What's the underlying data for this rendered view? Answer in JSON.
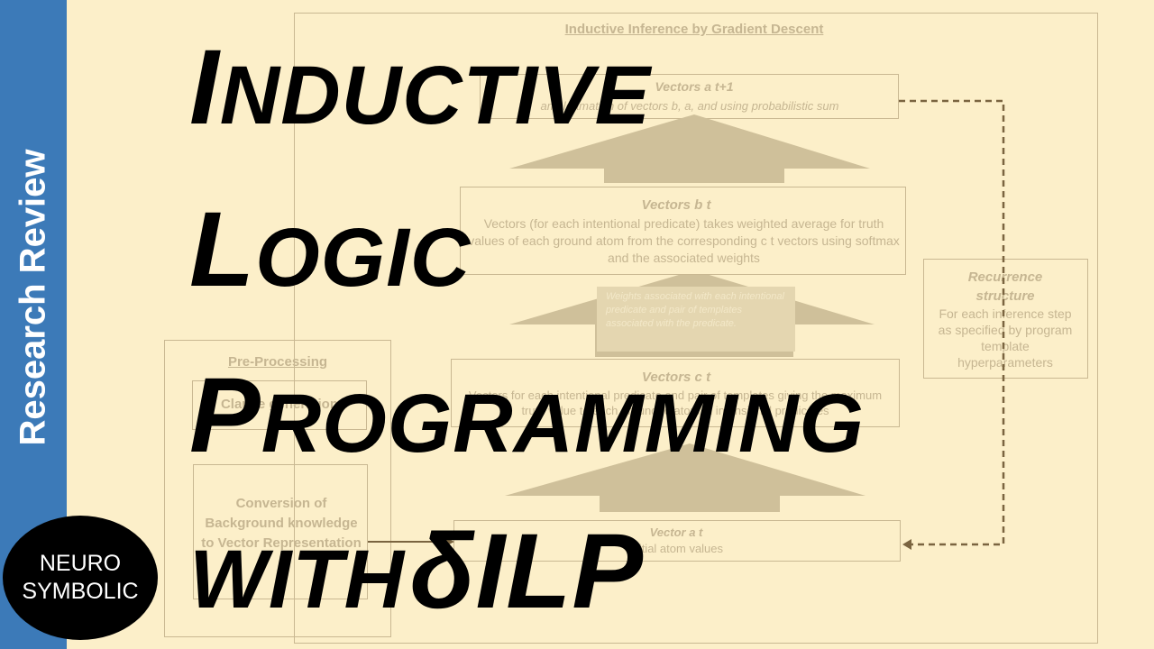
{
  "sidebar": {
    "label": "Research Review"
  },
  "logo": {
    "line1": "NEURO",
    "line2": "SYMBOLIC"
  },
  "diagram": {
    "title": "Inductive Inference by Gradient Descent",
    "top_box": {
      "title": "Vectors a t+1",
      "desc": "amalgamation of vectors b, a, and using probabilistic sum"
    },
    "vectors_b": {
      "title": "Vectors b t",
      "desc": "Vectors (for each intentional predicate) takes weighted average for truth values of each ground atom from the corresponding c t vectors using softmax and the associated weights"
    },
    "weights": {
      "text": "Weights associated with each intentional predicate and pair of templates associated with the predicate."
    },
    "vectors_c": {
      "title": "Vectors c t",
      "desc": "Vectors for each intentional predicate and pair of templates giving the maximum truth value to each grounded atom in intensional predicates"
    },
    "vector_a": {
      "title": "Vector a t",
      "desc": "Initial atom values"
    },
    "recurrence": {
      "title": "Recurrence structure",
      "desc": "For each inference step as specified by program template hyperparameters"
    },
    "preprocessing": {
      "title": "Pre-Processing",
      "clause": "Clause generation",
      "conversion": "Conversion of Background knowledge to Vector Representation"
    }
  },
  "title": {
    "line1": {
      "first": "I",
      "rest": "NDUCTIVE"
    },
    "line2": {
      "first": "L",
      "rest": "OGIC"
    },
    "line3": {
      "first": "P",
      "rest": "ROGRAMMING"
    },
    "line4": {
      "first": "WITH",
      "rest": "δILP"
    }
  }
}
